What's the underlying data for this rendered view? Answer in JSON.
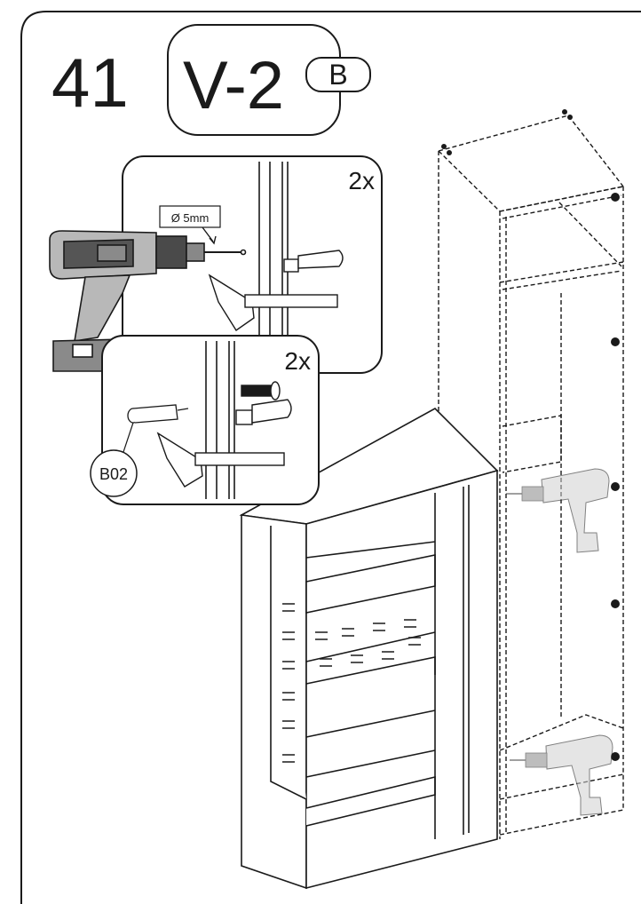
{
  "step": {
    "number": "41",
    "variant": "V-2",
    "variant_sub": "B"
  },
  "detail_top": {
    "quantity": "2x",
    "drill_bit_label": "Ø 5mm"
  },
  "detail_bottom": {
    "quantity": "2x",
    "part_code": "B02"
  },
  "colors": {
    "line": "#1a1a1a",
    "drill_gray": "#b8b8b8",
    "drill_dark": "#4a4a4a",
    "faded_drill": "#cfcfcf"
  }
}
